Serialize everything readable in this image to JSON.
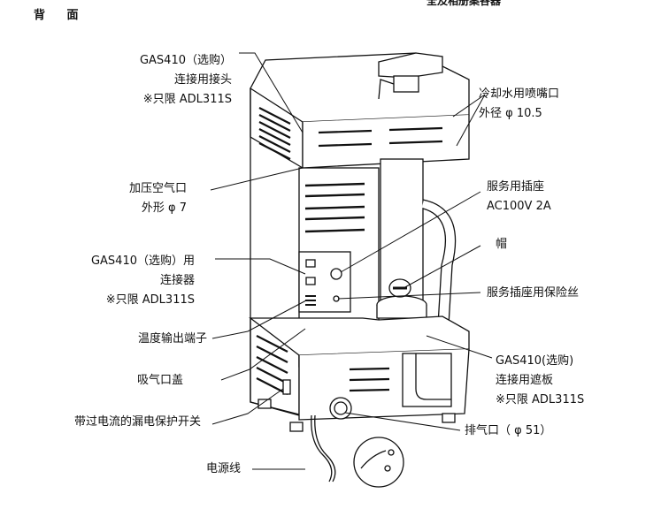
{
  "header": {
    "title": "背 面",
    "top_right": "全及相册案各器"
  },
  "labels": {
    "gas410_joint": [
      "GAS410（选购）",
      "连接用接头",
      "※只限 ADL311S"
    ],
    "cooling_nozzle": [
      "冷却水用喷嘴口",
      "外径 φ 10.5"
    ],
    "air_inlet": [
      "加压空气口",
      "外形 φ 7"
    ],
    "service_outlet": [
      "服务用插座",
      "AC100V 2A"
    ],
    "cap": [
      "帽"
    ],
    "gas410_connector": [
      "GAS410（选购）用",
      "连接器",
      "※只限 ADL311S"
    ],
    "service_fuse": [
      "服务插座用保险丝"
    ],
    "temp_terminal": [
      "温度输出端子"
    ],
    "intake_cover": [
      "吸气口盖"
    ],
    "gas410_shield": [
      "GAS410(选购)",
      "连接用遮板",
      "※只限 ADL311S"
    ],
    "breaker": [
      "带过电流的漏电保护开关"
    ],
    "exhaust": [
      "排气口（ φ 51）"
    ],
    "power_cord": [
      "电源线"
    ]
  }
}
